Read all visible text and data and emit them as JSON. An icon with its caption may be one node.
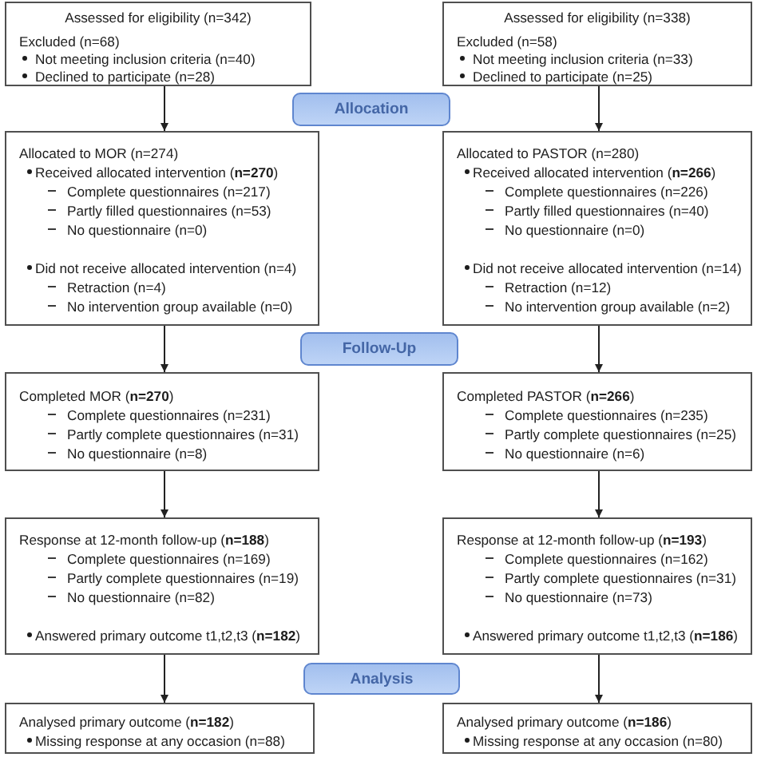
{
  "diagram": {
    "nodes": [
      {
        "text": [
          "Assessed for eligibility (n=342)",
          "Excluded (n=68)",
          "Not meeting inclusion criteria (n=40)",
          "Declined to participate (n=28)"
        ]
      },
      {
        "text": [
          "Assessed for eligibility (n=338)",
          "Excluded (n=58)",
          "Not meeting inclusion criteria (n=33)",
          "Declined to participate (n=25)"
        ]
      },
      {
        "text": [
          "Allocation"
        ]
      },
      {
        "text": [
          "Allocated to MOR (n=274)",
          "Received allocated intervention (**n=270**)",
          "Complete questionnaires (n=217)",
          "Partly filled questionnaires (n=53)",
          "No questionnaire (n=0)",
          "Did not receive allocated intervention (n=4)",
          "Retraction (n=4)",
          "No intervention group available (n=0)"
        ]
      },
      {
        "text": [
          "Allocated to PASTOR (n=280)",
          "Received allocated intervention (**n=266**)",
          "Complete questionnaires (n=226)",
          "Partly filled questionnaires (n=40)",
          "No questionnaire (n=0)",
          "Did not receive allocated intervention (n=14)",
          "Retraction (n=12)",
          "No intervention group available (n=2)"
        ]
      },
      {
        "text": [
          "Follow-Up"
        ]
      },
      {
        "text": [
          "Completed MOR (**n=270**)",
          "Complete questionnaires (n=231)",
          "Partly complete questionnaires (n=31)",
          "No questionnaire (n=8)"
        ]
      },
      {
        "text": [
          "Completed PASTOR (**n=266**)",
          "Complete questionnaires (n=235)",
          "Partly complete questionnaires (n=25)",
          "No questionnaire (n=6)"
        ]
      },
      {
        "text": [
          "Response at 12-month follow-up (**n=188**)",
          "Complete questionnaires (n=169)",
          "Partly complete questionnaires (n=19)",
          "No questionnaire (n=82)",
          "Answered primary outcome t1,t2,t3 (**n=182**)"
        ]
      },
      {
        "text": [
          "Response at 12-month follow-up (**n=193**)",
          "Complete questionnaires (n=162)",
          "Partly complete questionnaires (n=31)",
          "No questionnaire (n=73)",
          "Answered primary outcome t1,t2,t3 (**n=186**)"
        ]
      },
      {
        "text": [
          "Analysis"
        ]
      },
      {
        "text": [
          "Analysed primary outcome (**n=182**)",
          "Missing response at any occasion (n=88)"
        ]
      },
      {
        "text": [
          "Analysed primary outcome (**n=186**)",
          "Missing response at any occasion (n=80)"
        ]
      }
    ],
    "edges": [
      {
        "from": 0,
        "to": 3,
        "arrow": "to"
      },
      {
        "from": 1,
        "to": 4,
        "arrow": "to"
      },
      {
        "from": 3,
        "to": 6,
        "arrow": "to"
      },
      {
        "from": 4,
        "to": 7,
        "arrow": "to"
      },
      {
        "from": 6,
        "to": 8,
        "arrow": "to"
      },
      {
        "from": 7,
        "to": 9,
        "arrow": "to"
      },
      {
        "from": 8,
        "to": 11,
        "arrow": "to"
      },
      {
        "from": 9,
        "to": 12,
        "arrow": "to"
      }
    ]
  }
}
